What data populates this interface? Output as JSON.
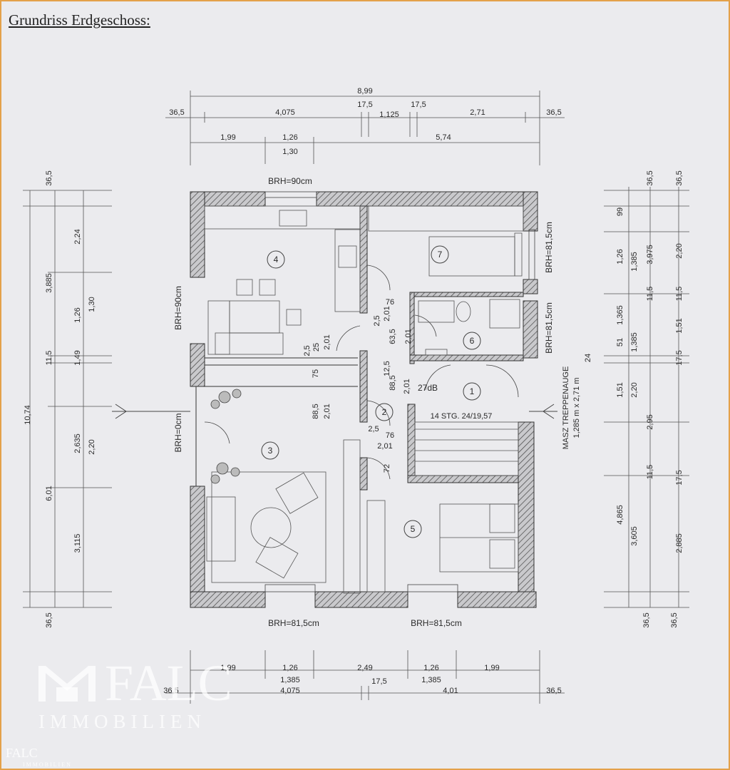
{
  "title": "Grundriss Erdgeschoss:",
  "top_dims": {
    "total": "8,99",
    "row2": [
      "36,5",
      "4,075",
      "17,5",
      "1,125",
      "17,5",
      "2,71",
      "36,5"
    ],
    "row3": [
      "1,99",
      "1,26",
      "1,30",
      "5,74"
    ]
  },
  "left_dims": {
    "total": "10,74",
    "col_a": [
      "36,5",
      "3,885",
      "11,5",
      "6,01",
      "36,5"
    ],
    "col_b": [
      "2,24",
      "1,26",
      "1,49",
      "2,635",
      "3,115"
    ],
    "col_c": [
      "1,30",
      "2,20"
    ]
  },
  "right_dims": {
    "col_a": [
      "99",
      "1,26",
      "1,365",
      "51",
      "1,51",
      "4,865",
      "36,5"
    ],
    "col_b": [
      "36,5",
      "1,385",
      "1,385",
      "2,20",
      "3,605"
    ],
    "col_c": [
      "3,975",
      "11,5",
      "2,95",
      "11,5"
    ],
    "col_d": [
      "36,5",
      "2,20",
      "11,5",
      "1,51",
      "17,5",
      "17,5",
      "2,885",
      "36,5"
    ]
  },
  "bottom_dims": {
    "row1": [
      "1,99",
      "1,26",
      "2,49",
      "1,26",
      "1,99"
    ],
    "row2": [
      "1,385",
      "1,385"
    ],
    "row3": [
      "36,5",
      "4,075",
      "17,5",
      "4,01",
      "36,5"
    ]
  },
  "brh_labels": {
    "top": "BRH=90cm",
    "left_upper": "BRH=90cm",
    "left_lower": "BRH=0cm",
    "right_upper": "BRH=81,5cm",
    "right_lower": "BRH=81,5cm",
    "bottom_left": "BRH=81,5cm",
    "bottom_right": "BRH=81,5cm"
  },
  "rooms": [
    "1",
    "2",
    "3",
    "4",
    "5",
    "6",
    "7"
  ],
  "door_labels": [
    "76",
    "2,01",
    "2,5",
    "2,5",
    "2,01",
    "25",
    "63,5",
    "2,01",
    "12,5",
    "88,5",
    "2,01",
    "75",
    "88,5",
    "2,01",
    "2,5",
    "76",
    "2,01",
    "72",
    "27dB"
  ],
  "stair": {
    "steps": "14 STG. 24/19,57",
    "masz": "MASZ TREPPENAUGE",
    "masz_value": "1,285 m x 2,71 m",
    "masz_extra": "24"
  },
  "watermark": {
    "brand": "FALC",
    "sub": "IMMOBILIEN",
    "small_brand": "FALC",
    "small_sub": "IMMOBILIEN"
  },
  "colors": {
    "frame": "#e3a14a",
    "wall": "#3a3a3a",
    "paper": "#ebebee"
  }
}
